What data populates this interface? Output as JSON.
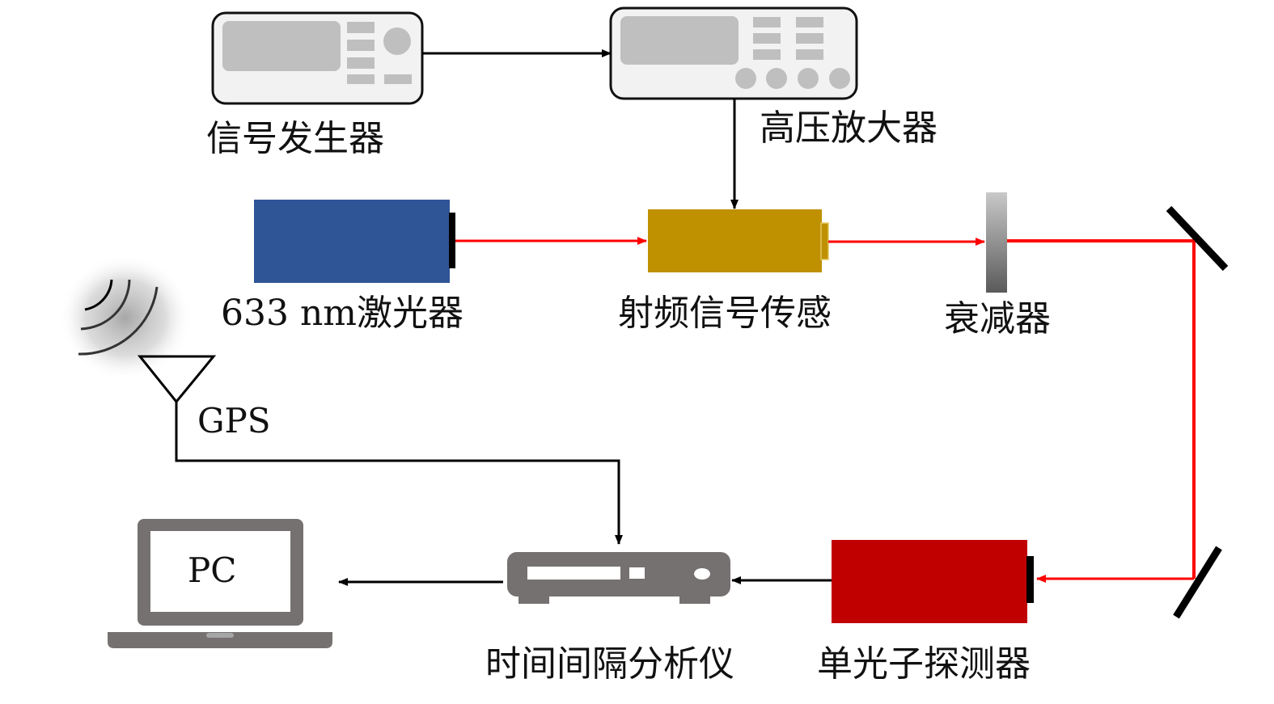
{
  "labels": {
    "signal_generator": "信号发生器",
    "hv_amplifier": "高压放大器",
    "laser": "633 nm激光器",
    "rf_sensor": "射频信号传感",
    "attenuator": "衰减器",
    "gps": "GPS",
    "pc": "PC",
    "time_interval_analyzer": "时间间隔分析仪",
    "single_photon_detector": "单光子探测器"
  },
  "colors": {
    "laser_body": "#2f5597",
    "rf_sensor_body": "#bf9000",
    "detector_body": "#c00000",
    "beam": "#ff0000",
    "instrument_gray": "#767171"
  },
  "icons": {
    "signal_generator": "signal-generator-icon",
    "hv_amplifier": "amplifier-icon",
    "laser": "laser-icon",
    "rf_sensor": "rf-sensor-icon",
    "attenuator": "attenuator-icon",
    "mirror": "mirror-icon",
    "gps_antenna": "antenna-icon",
    "wireless": "wireless-signal-icon",
    "pc": "laptop-icon",
    "analyzer": "analyzer-icon",
    "detector": "photon-detector-icon"
  }
}
